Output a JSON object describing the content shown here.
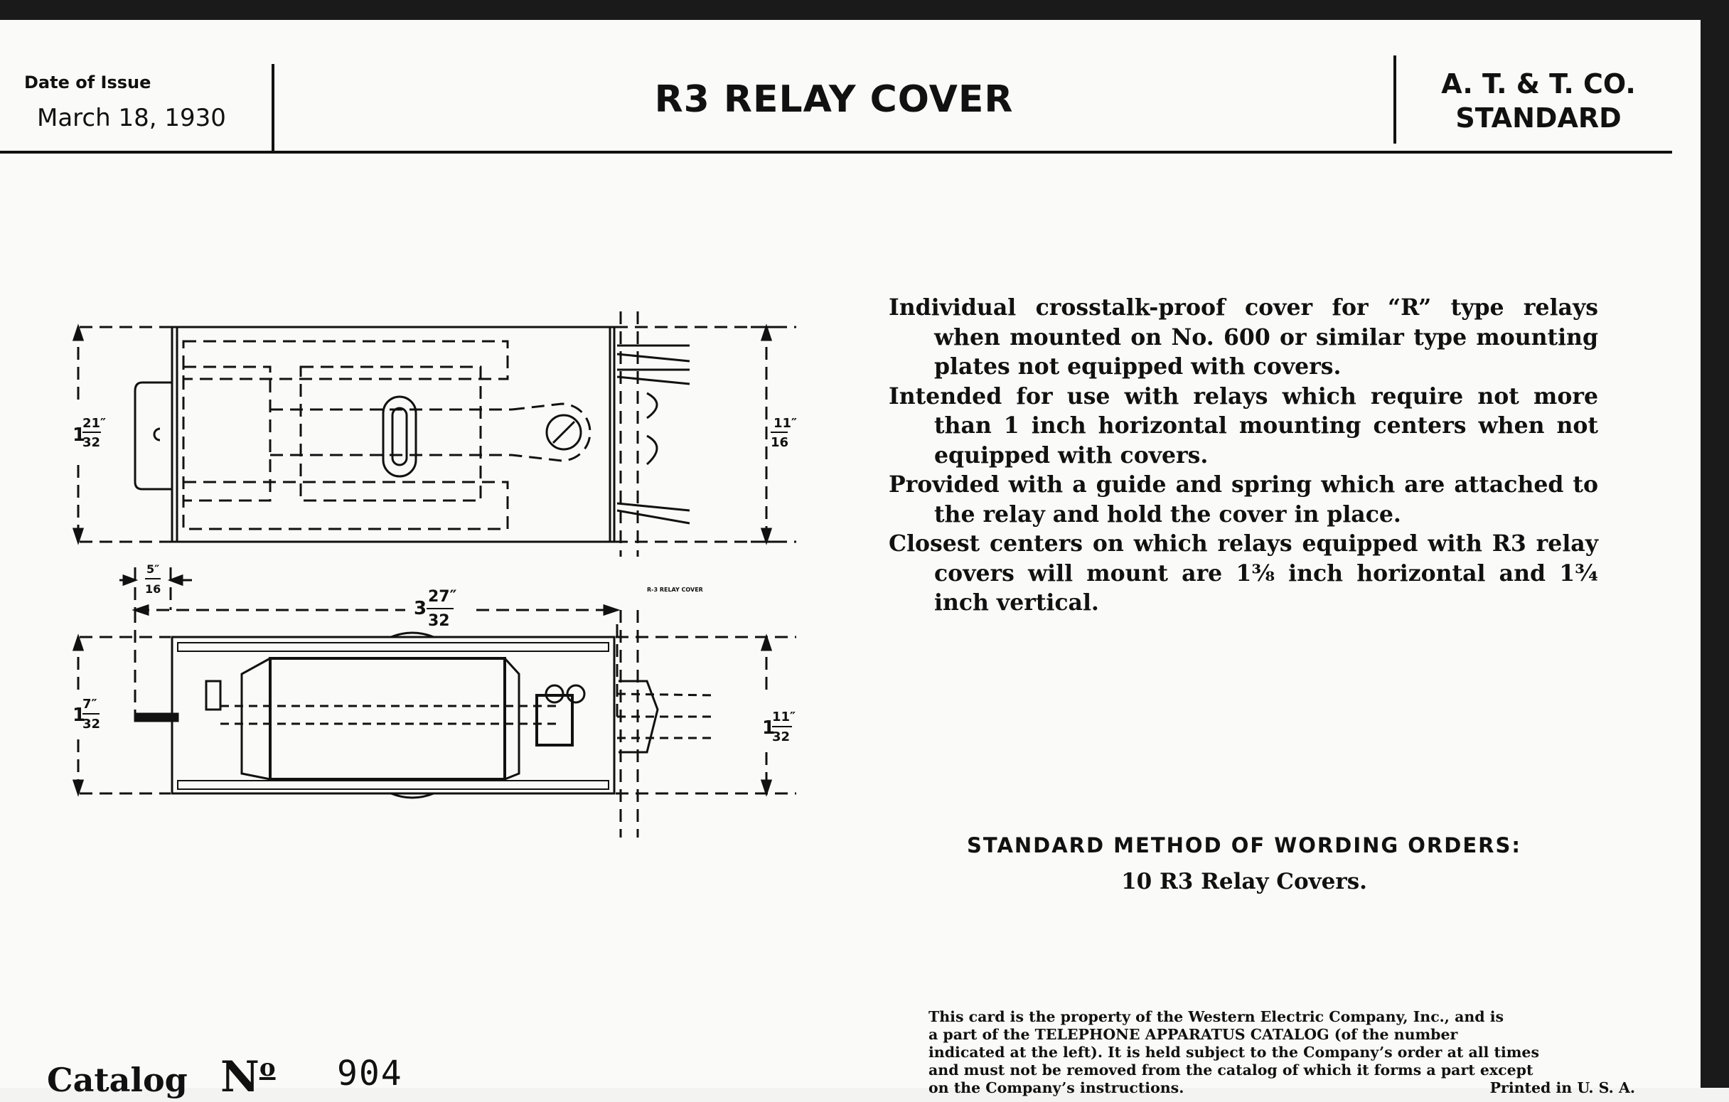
{
  "header": {
    "date_label": "Date of Issue",
    "date_value": "March 18, 1930",
    "title": "R3 RELAY COVER",
    "standard_line1": "A. T. & T. CO.",
    "standard_line2": "STANDARD"
  },
  "description": [
    "Individual crosstalk-proof cover for “R” type relays when mounted on No. 600 or similar type mounting plates not equipped with covers.",
    "Intended for use with relays which require not more than 1 inch horizontal mounting centers when not equipped with covers.",
    "Provided with a guide and spring which are attached to the relay and hold the cover in place.",
    "Closest centers on which relays equipped with R3 relay covers will mount are 1⅜ inch horizontal and 1¾ inch vertical."
  ],
  "ordering": {
    "heading": "STANDARD METHOD OF WORDING ORDERS:",
    "example": "10 R3 Relay Covers."
  },
  "drawing": {
    "height_top_left": "1 21″/32",
    "height_top_right": "11″/16",
    "offset": "5″/16",
    "overall_length": "3 27″/32",
    "height_bottom_left": "1 7″/32",
    "height_bottom_right": "1 11″/32",
    "tiny_label": "R-3 RELAY COVER",
    "fractions": {
      "top_left_whole": "1",
      "top_left_num": "21″",
      "top_left_den": "32",
      "top_right_whole": "",
      "top_right_num": "11″",
      "top_right_den": "16",
      "offset_num": "5″",
      "offset_den": "16",
      "length_whole": "3",
      "length_num": "27″",
      "length_den": "32",
      "bot_left_whole": "1",
      "bot_left_num": "7″",
      "bot_left_den": "32",
      "bot_right_whole": "1",
      "bot_right_num": "11″",
      "bot_right_den": "32"
    }
  },
  "footer": {
    "property_lines": [
      "This card is the property of the Western Electric Company, Inc., and is",
      "a part of the TELEPHONE APPARATUS CATALOG (of the number",
      "indicated at the left). It is held subject to the Company’s order at all times",
      "and must not be removed from the catalog of which it forms a part except"
    ],
    "property_last": "on the Company’s instructions.",
    "printed": "Printed in U. S. A.",
    "catalog_word": "Catalog",
    "catalog_no": "N",
    "catalog_no_sup": "o",
    "catalog_number": "904"
  }
}
